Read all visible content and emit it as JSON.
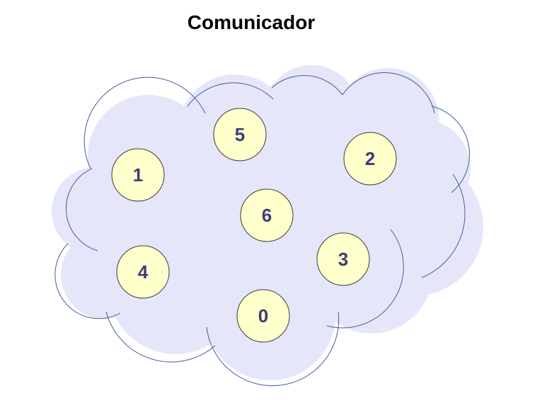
{
  "title": "Comunicador",
  "colors": {
    "cloud_fill": "#e6e6fa",
    "cloud_stroke": "#3d5f99",
    "node_fill": "#ffffcc",
    "node_stroke": "#3c3c3c",
    "node_text": "#3c3c78"
  },
  "nodes": [
    {
      "id": "1",
      "label": "1"
    },
    {
      "id": "5",
      "label": "5"
    },
    {
      "id": "2",
      "label": "2"
    },
    {
      "id": "6",
      "label": "6"
    },
    {
      "id": "4",
      "label": "4"
    },
    {
      "id": "3",
      "label": "3"
    },
    {
      "id": "0",
      "label": "0"
    }
  ]
}
